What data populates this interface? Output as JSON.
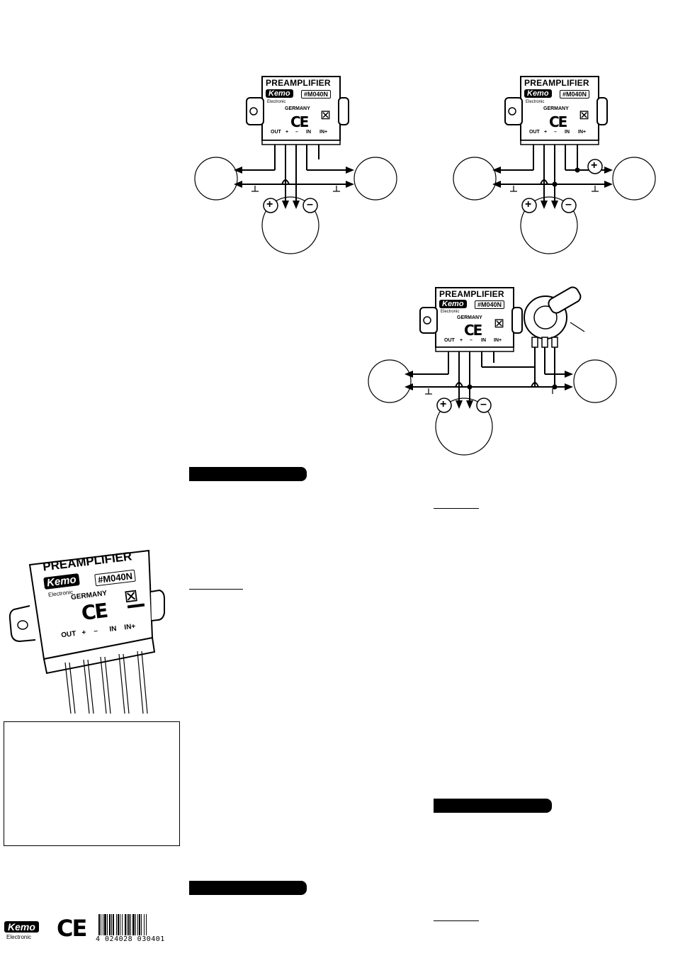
{
  "module": {
    "title": "PREAMPLIFIER",
    "brand": "Kemo",
    "part_number": "#M040N",
    "sub_brand": "Electronic",
    "country": "GERMANY",
    "ce": "CE",
    "pins": [
      "OUT",
      "+",
      "–",
      "IN",
      "IN+"
    ],
    "plus_symbol": "+",
    "minus_symbol": "–"
  },
  "footer": {
    "brand": "Kemo",
    "sub_brand": "Electronic",
    "ce": "CE",
    "barcode_number": "4 024028 030401"
  },
  "colors": {
    "ink": "#000000",
    "paper": "#ffffff"
  }
}
